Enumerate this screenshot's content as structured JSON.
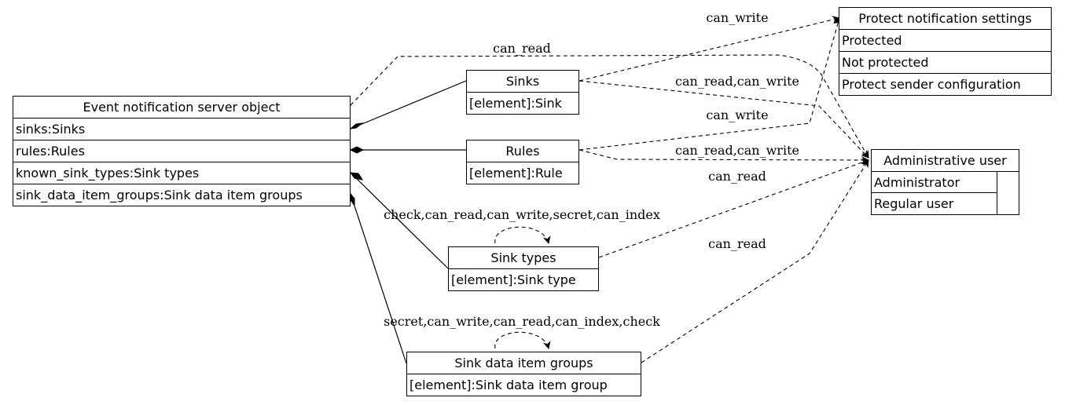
{
  "nodes": {
    "server": {
      "title": "Event notification server object",
      "rows": [
        "sinks:Sinks",
        "rules:Rules",
        "known_sink_types:Sink types",
        "sink_data_item_groups:Sink data item groups"
      ]
    },
    "sinks": {
      "title": "Sinks",
      "rows": [
        "[element]:Sink"
      ]
    },
    "rules": {
      "title": "Rules",
      "rows": [
        "[element]:Rule"
      ]
    },
    "sink_types": {
      "title": "Sink types",
      "rows": [
        "[element]:Sink type"
      ]
    },
    "sink_data_item_groups": {
      "title": "Sink data item groups",
      "rows": [
        "[element]:Sink data item group"
      ]
    },
    "protect_settings": {
      "title": "Protect notification settings",
      "rows": [
        "Protected",
        "Not protected",
        "Protect sender configuration"
      ]
    },
    "admin_user": {
      "title": "Administrative user",
      "rows": [
        "Administrator",
        "Regular user"
      ]
    }
  },
  "edges": {
    "server_admin": "can_read",
    "sinks_protect": "can_write",
    "sinks_admin": "can_read,can_write",
    "rules_protect": "can_write",
    "rules_admin": "can_read,can_write",
    "types_admin": "can_read",
    "types_self": "check,can_read,can_write,secret,can_index",
    "groups_admin": "can_read",
    "groups_self": "secret,can_write,can_read,can_index,check"
  }
}
